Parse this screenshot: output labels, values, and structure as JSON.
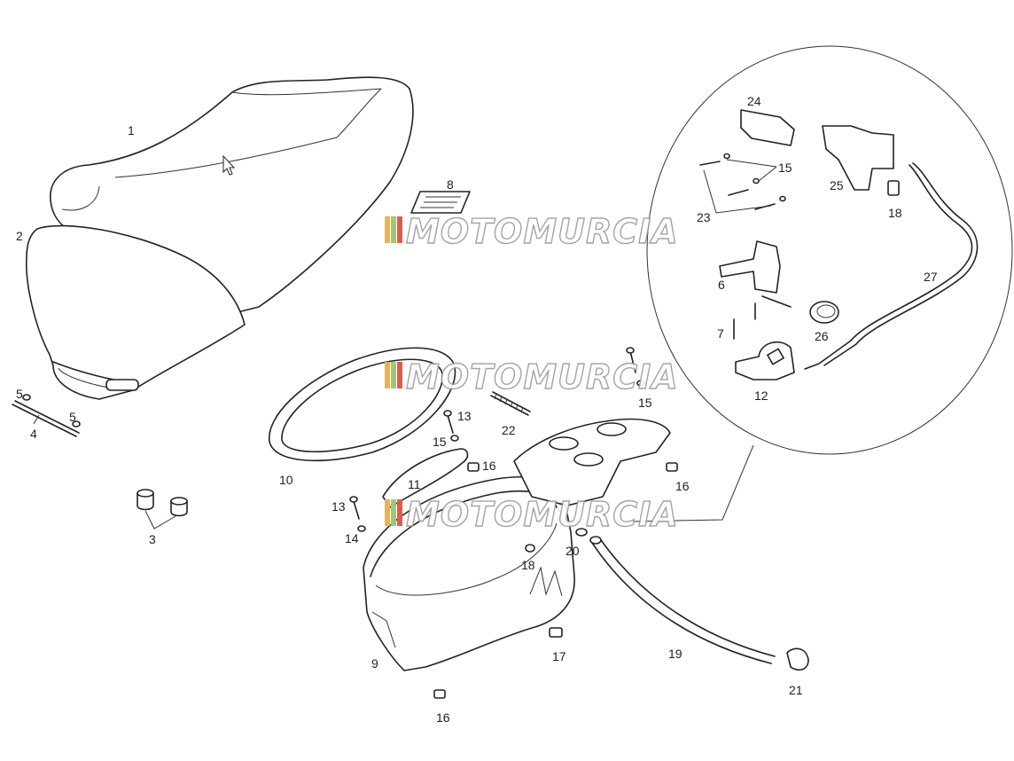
{
  "watermark": {
    "text": "MOTOMURCIA",
    "stripe_colors": [
      "#e9b44c",
      "#a7c66b",
      "#e05a4e"
    ]
  },
  "cursor_icon": "mouse-pointer-icon",
  "callouts": {
    "c1": "1",
    "c2": "2",
    "c3": "3",
    "c4": "4",
    "c5a": "5",
    "c5b": "5",
    "c6": "6",
    "c7": "7",
    "c8": "8",
    "c9": "9",
    "c10": "10",
    "c11": "11",
    "c12": "12",
    "c13a": "13",
    "c13b": "13",
    "c14": "14",
    "c15a": "15",
    "c15b": "15",
    "c15c": "15",
    "c16a": "16",
    "c16b": "16",
    "c16c": "16",
    "c17": "17",
    "c18a": "18",
    "c18b": "18",
    "c19": "19",
    "c20": "20",
    "c21": "21",
    "c22": "22",
    "c23": "23",
    "c24": "24",
    "c25": "25",
    "c26": "26",
    "c27": "27"
  }
}
